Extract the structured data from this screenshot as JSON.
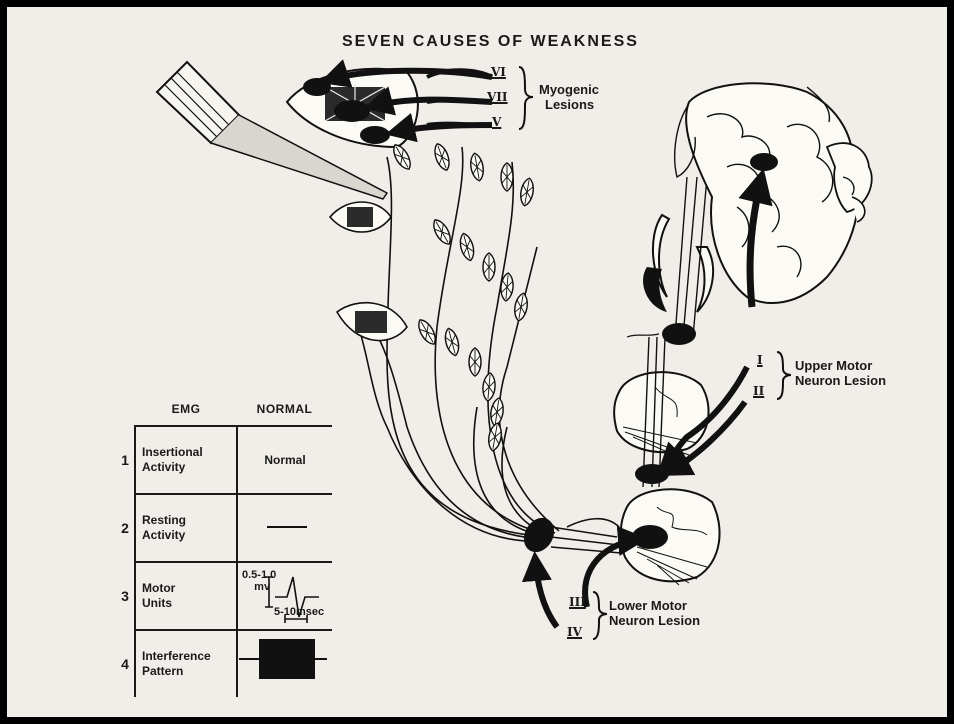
{
  "title": "SEVEN CAUSES OF WEAKNESS",
  "myogenic": {
    "numerals": [
      "VI",
      "VII",
      "V"
    ],
    "label_line1": "Myogenic",
    "label_line2": "Lesions"
  },
  "upper_motor": {
    "numerals": [
      "I",
      "II"
    ],
    "label_line1": "Upper Motor",
    "label_line2": "Neuron Lesion"
  },
  "lower_motor": {
    "numerals": [
      "III",
      "IV"
    ],
    "label_line1": "Lower Motor",
    "label_line2": "Neuron Lesion"
  },
  "emg_table": {
    "headers": [
      "EMG",
      "NORMAL"
    ],
    "rows": [
      {
        "num": "1",
        "line1": "Insertional",
        "line2": "Activity",
        "value": "Normal"
      },
      {
        "num": "2",
        "line1": "Resting",
        "line2": "Activity",
        "value": "—"
      },
      {
        "num": "3",
        "line1": "Motor",
        "line2": "Units",
        "value_amp1": "0.5-1.0",
        "value_amp2": "mv",
        "value_dur": "5-10msec"
      },
      {
        "num": "4",
        "line1": "Interference",
        "line2": "Pattern",
        "value": ""
      }
    ]
  }
}
